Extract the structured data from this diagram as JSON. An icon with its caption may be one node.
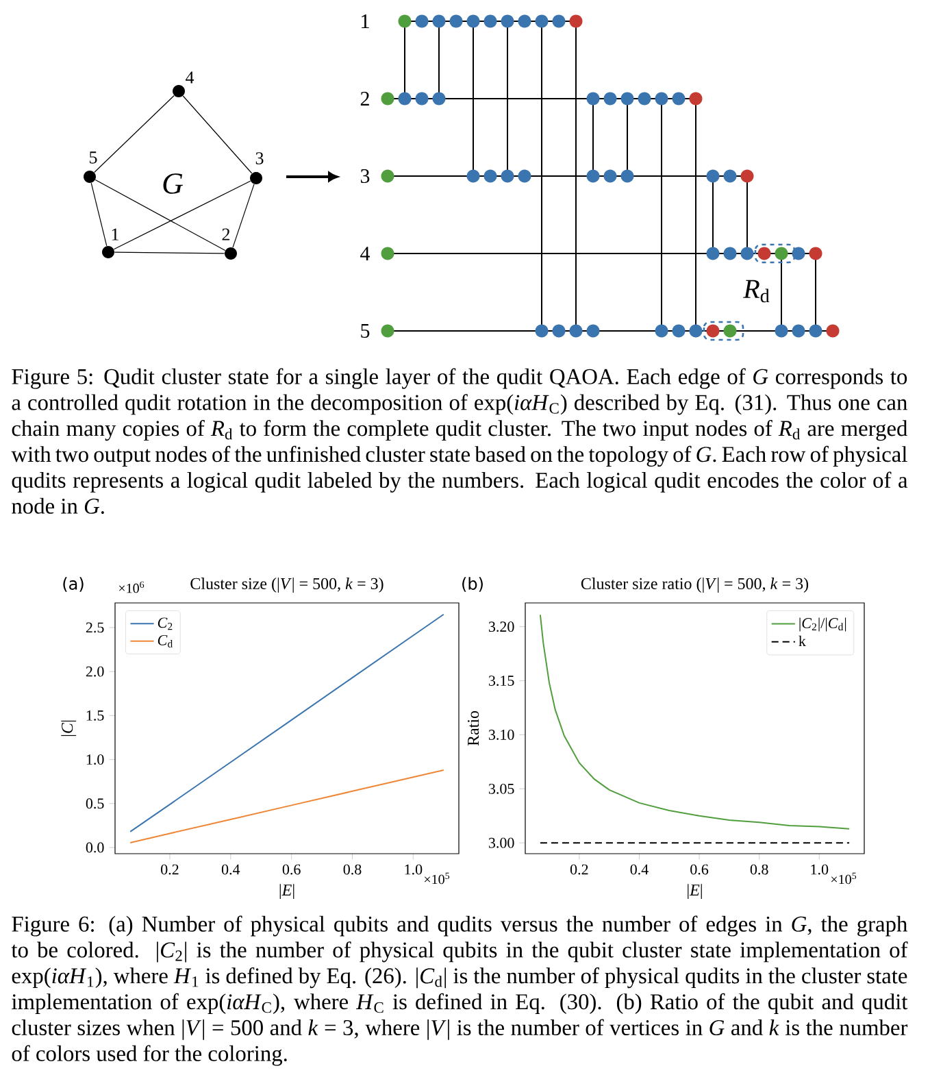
{
  "diagram": {
    "caption": "Figure 5: Qudit cluster state for a single layer of the qudit QAOA. Each edge of *G* corresponds to a controlled qudit rotation in the decomposition of exp(*iαH*$_{C}$) described by Eq. (31). Thus one can chain many copies of *R*$_{d}$ to form the complete qudit cluster. The two input nodes of *R*$_{d}$ are merged with two output nodes of the unfinished cluster state based on the topology of *G*. Each row of physical qudits represents a logical qudit labeled by the numbers. Each logical qudit encodes the color of a node in *G*.",
    "nodes": [
      {
        "text": [],
        "shape": "circle",
        "beside": [
          "4"
        ]
      },
      {
        "text": [],
        "shape": "circle",
        "beside": [
          "5"
        ]
      },
      {
        "text": [],
        "shape": "circle",
        "beside": [
          "3"
        ]
      },
      {
        "text": [],
        "shape": "circle",
        "beside": [
          "1"
        ]
      },
      {
        "text": [],
        "shape": "circle",
        "beside": [
          "2"
        ]
      }
    ],
    "edges": [
      {
        "from": 0,
        "to": 1,
        "arrow": "none"
      },
      {
        "from": 0,
        "to": 2,
        "arrow": "none"
      },
      {
        "from": 1,
        "to": 3,
        "arrow": "none"
      },
      {
        "from": 1,
        "to": 4,
        "arrow": "none"
      },
      {
        "from": 2,
        "to": 3,
        "arrow": "none"
      },
      {
        "from": 2,
        "to": 4,
        "arrow": "none"
      },
      {
        "from": 3,
        "to": 4,
        "arrow": "none"
      }
    ],
    "labels": [
      "1",
      "2",
      "*G*",
      "3",
      "4",
      "*R*$_{d}$",
      "5",
      "(a)",
      "×10$^{6}$",
      "(b)",
      "×10$^{5}$",
      "×10$^{5}$",
      "Figure 6: (a) Number of physical qubits and qudits versus the number of edges in *G*, the graph to be colored. |*C*$_{2}$| is the number of physical qubits in the qubit cluster state implementation of exp(*iαH*$_{1}$), where *H*$_{1}$ is defined by Eq. (26). |*C*$_{d}$| is the number of physical qudits in the cluster state implementation of exp(*iαH*$_{C}$), where *H*$_{C}$ is defined in Eq. (30). (b) Ratio of the qubit and qudit cluster sizes when |*V*| = 500 and *k* = 3, where |*V*| is the number of vertices in *G* and *k* is the number of colors used for the coloring."
    ],
    "chart_data": [
      {
        "type": "line",
        "title": "Cluster size (|*V*| = 500, *k* = 3)",
        "xlabel": "|*E*|",
        "ylabel": "|*C*|",
        "x": [
          0.07,
          0.2,
          0.4,
          0.6,
          0.8,
          1.0,
          1.1
        ],
        "series": [
          {
            "name": "*C*$_{2}$",
            "color": "#3b75af",
            "values": [
              0.18,
              0.49,
              0.97,
              1.45,
              1.93,
              2.41,
              2.65
            ]
          },
          {
            "name": "*C*$_{d}$",
            "color": "#ef8636",
            "values": [
              0.055,
              0.16,
              0.32,
              0.48,
              0.64,
              0.8,
              0.88
            ]
          }
        ],
        "legend": "upper left",
        "xlim": [
          0.02,
          1.15
        ],
        "ylim": [
          -0.07,
          2.78
        ],
        "xticks": [
          {
            "value": 0.2,
            "label": "0.2"
          },
          {
            "value": 0.4,
            "label": "0.4"
          },
          {
            "value": 0.6,
            "label": "0.6"
          },
          {
            "value": 0.8,
            "label": "0.8"
          },
          {
            "value": 1.0,
            "label": "1.0"
          }
        ],
        "yticks": [
          {
            "value": 0.0,
            "label": "0.0"
          },
          {
            "value": 0.5,
            "label": "0.5"
          },
          {
            "value": 1.0,
            "label": "1.0"
          },
          {
            "value": 1.5,
            "label": "1.5"
          },
          {
            "value": 2.0,
            "label": "2.0"
          },
          {
            "value": 2.5,
            "label": "2.5"
          }
        ]
      },
      {
        "type": "line",
        "title": "Cluster size ratio (|*V*| = 500, *k* = 3)",
        "xlabel": "|*E*|",
        "ylabel": "Ratio",
        "x": [
          0.07,
          0.08,
          0.1,
          0.12,
          0.15,
          0.2,
          0.25,
          0.3,
          0.4,
          0.5,
          0.6,
          0.7,
          0.8,
          0.9,
          1.0,
          1.1
        ],
        "series": [
          {
            "name": "|*C*$_{2}$|/|*C*$_{d}$|",
            "color": "#519e3e",
            "values": [
              3.211,
              3.185,
              3.148,
              3.123,
              3.099,
              3.074,
              3.059,
              3.049,
              3.037,
              3.03,
              3.025,
              3.021,
              3.019,
              3.016,
              3.015,
              3.013
            ]
          },
          {
            "name": "k",
            "color": "#000000",
            "line_style": "dashed",
            "values": [
              3.0,
              3.0,
              3.0,
              3.0,
              3.0,
              3.0,
              3.0,
              3.0,
              3.0,
              3.0,
              3.0,
              3.0,
              3.0,
              3.0,
              3.0,
              3.0
            ]
          }
        ],
        "legend": "upper right",
        "xlim": [
          0.02,
          1.15
        ],
        "ylim": [
          2.99,
          3.222
        ],
        "xticks": [
          {
            "value": 0.2,
            "label": "0.2"
          },
          {
            "value": 0.4,
            "label": "0.4"
          },
          {
            "value": 0.6,
            "label": "0.6"
          },
          {
            "value": 0.8,
            "label": "0.8"
          },
          {
            "value": 1.0,
            "label": "1.0"
          }
        ],
        "yticks": [
          {
            "value": 3.0,
            "label": "3.00"
          },
          {
            "value": 3.05,
            "label": "3.05"
          },
          {
            "value": 3.1,
            "label": "3.10"
          },
          {
            "value": 3.15,
            "label": "3.15"
          },
          {
            "value": 3.2,
            "label": "3.20"
          }
        ]
      }
    ]
  }
}
